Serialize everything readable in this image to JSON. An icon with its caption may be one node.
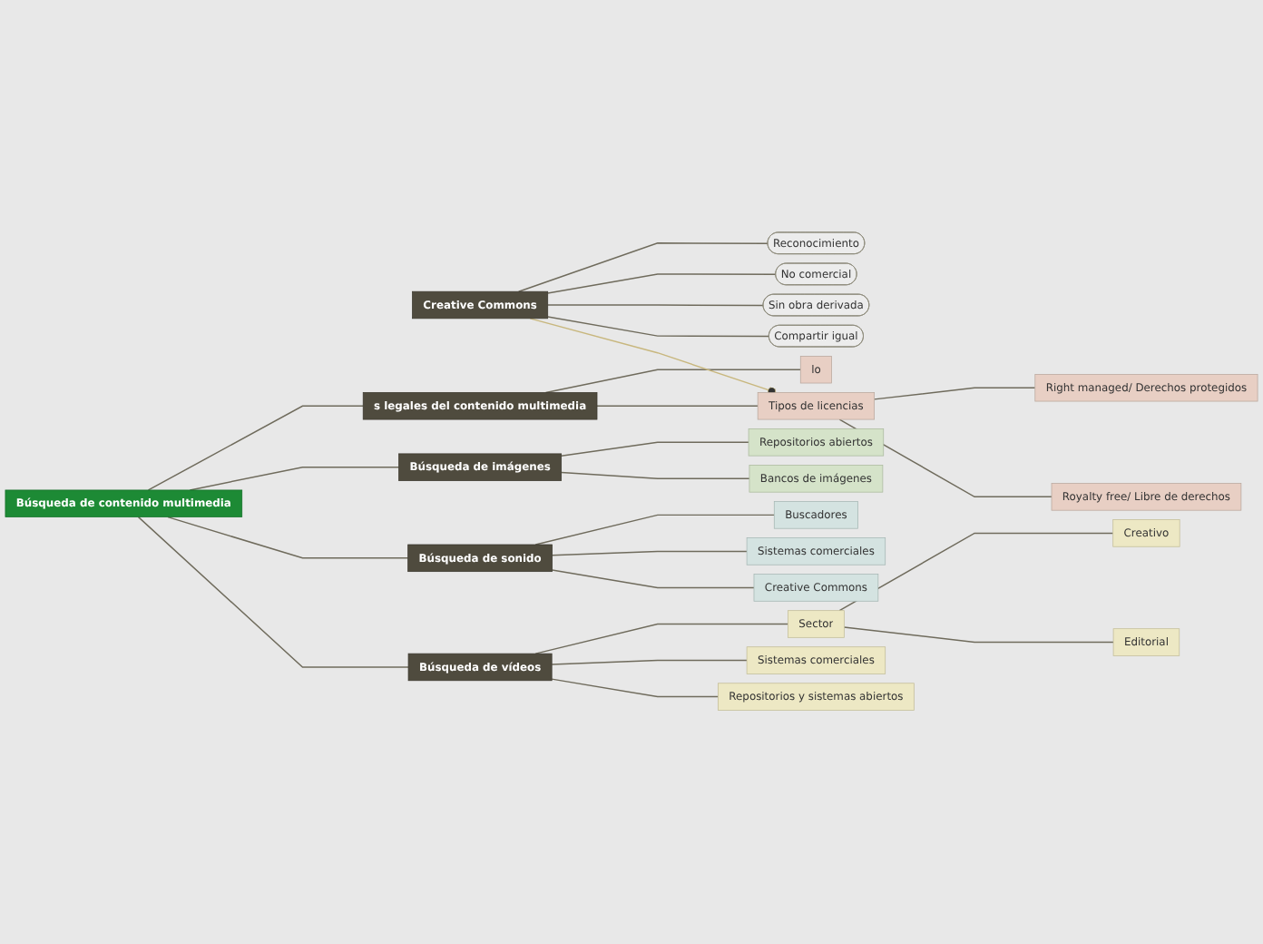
{
  "diagram": {
    "nodes": [
      {
        "text": [
          "Búsqueda de contenido multimedia"
        ]
      },
      {
        "text": [
          "Creative Commons"
        ]
      },
      {
        "text": [
          "Reconocimiento"
        ]
      },
      {
        "text": [
          "No comercial"
        ]
      },
      {
        "text": [
          "Sin obra derivada"
        ]
      },
      {
        "text": [
          "Compartir igual"
        ]
      },
      {
        "text": [
          "s legales del contenido multimedia"
        ]
      },
      {
        "text": [
          "lo"
        ]
      },
      {
        "text": [
          "Tipos de licencias"
        ]
      },
      {
        "text": [
          "Right managed/ Derechos protegidos"
        ]
      },
      {
        "text": [
          "Royalty free/ Libre de derechos"
        ]
      },
      {
        "text": [
          "Búsqueda de imágenes"
        ]
      },
      {
        "text": [
          "Repositorios abiertos"
        ]
      },
      {
        "text": [
          "Bancos de imágenes"
        ]
      },
      {
        "text": [
          "Búsqueda de sonido"
        ]
      },
      {
        "text": [
          "Buscadores"
        ]
      },
      {
        "text": [
          "Sistemas comerciales"
        ]
      },
      {
        "text": [
          "Creative Commons"
        ]
      },
      {
        "text": [
          "Búsqueda de vídeos"
        ]
      },
      {
        "text": [
          "Sector"
        ]
      },
      {
        "text": [
          "Creativo"
        ]
      },
      {
        "text": [
          "Editorial"
        ]
      },
      {
        "text": [
          "Sistemas comerciales"
        ]
      },
      {
        "text": [
          "Repositorios y sistemas abiertos"
        ]
      }
    ],
    "edges": [
      {
        "from": 0,
        "to": 6,
        "arrow": "none"
      },
      {
        "from": 0,
        "to": 11,
        "arrow": "none"
      },
      {
        "from": 0,
        "to": 14,
        "arrow": "none"
      },
      {
        "from": 0,
        "to": 18,
        "arrow": "none"
      },
      {
        "from": 1,
        "to": 2,
        "arrow": "none"
      },
      {
        "from": 1,
        "to": 3,
        "arrow": "none"
      },
      {
        "from": 1,
        "to": 4,
        "arrow": "none"
      },
      {
        "from": 1,
        "to": 5,
        "arrow": "none"
      },
      {
        "from": 6,
        "to": 7,
        "arrow": "none"
      },
      {
        "from": 6,
        "to": 8,
        "arrow": "none"
      },
      {
        "from": 8,
        "to": 9,
        "arrow": "none"
      },
      {
        "from": 8,
        "to": 10,
        "arrow": "none"
      },
      {
        "from": 11,
        "to": 12,
        "arrow": "none"
      },
      {
        "from": 11,
        "to": 13,
        "arrow": "none"
      },
      {
        "from": 14,
        "to": 15,
        "arrow": "none"
      },
      {
        "from": 14,
        "to": 16,
        "arrow": "none"
      },
      {
        "from": 14,
        "to": 17,
        "arrow": "none"
      },
      {
        "from": 18,
        "to": 19,
        "arrow": "none"
      },
      {
        "from": 18,
        "to": 22,
        "arrow": "none"
      },
      {
        "from": 18,
        "to": 23,
        "arrow": "none"
      },
      {
        "from": 19,
        "to": 20,
        "arrow": "none"
      },
      {
        "from": 19,
        "to": 21,
        "arrow": "none"
      },
      {
        "from": 8,
        "to": 1,
        "arrow": "other",
        "color": "#c8b77e"
      }
    ]
  }
}
